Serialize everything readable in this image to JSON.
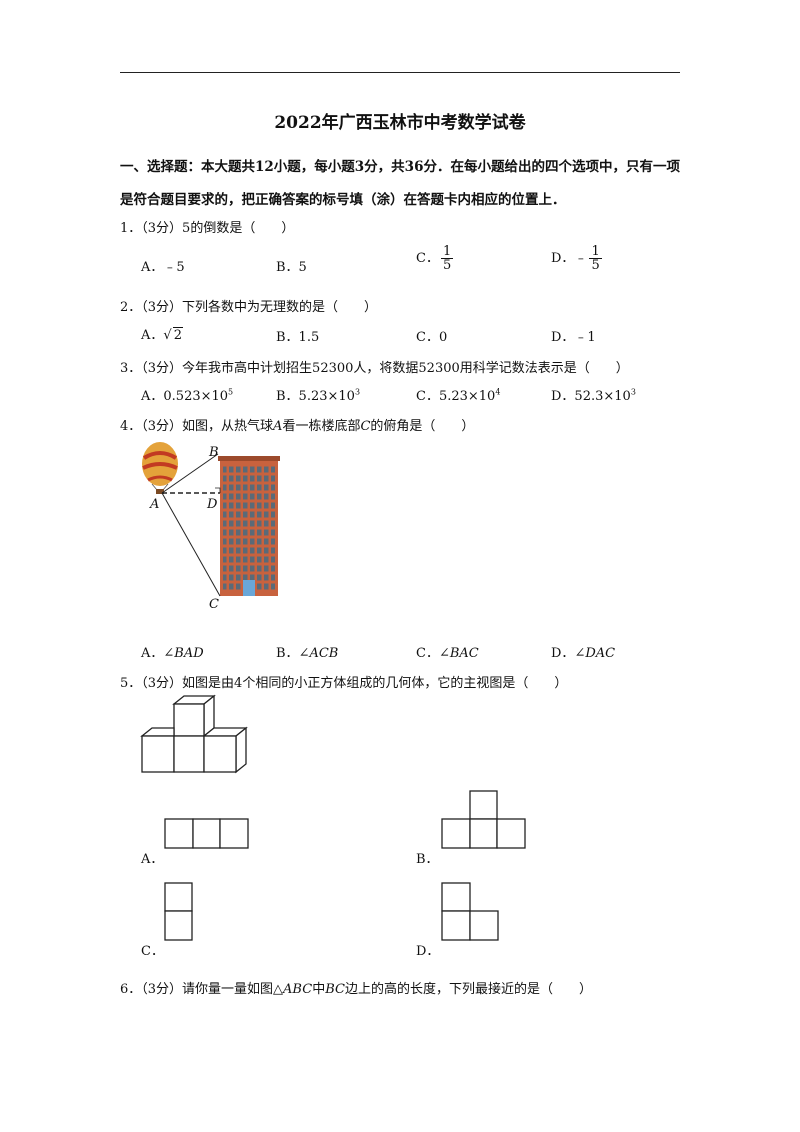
{
  "title": "2022年广西玉林市中考数学试卷",
  "section": {
    "line1": "一、选择题：本大题共12小题，每小题3分，共36分．在每小题给出的四个选项中，只有一项",
    "line2": "是符合题目要求的，把正确答案的标号填（涂）在答题卡内相应的位置上．"
  },
  "q1": {
    "stem": "1．（3分）5的倒数是（　　）",
    "A": "A．﹣5",
    "B": "B．5",
    "C_label": "C．",
    "C_num": "1",
    "C_den": "5",
    "D_label": "D．﹣",
    "D_num": "1",
    "D_den": "5"
  },
  "q2": {
    "stem": "2．（3分）下列各数中为无理数的是（　　）",
    "A_label": "A．",
    "A_rad": "2",
    "B": "B．1.5",
    "C": "C．0",
    "D": "D．﹣1"
  },
  "q3": {
    "stem": "3．（3分）今年我市高中计划招生52300人，将数据52300用科学记数法表示是（　　）",
    "A_base": "A．0.523×10",
    "A_exp": "5",
    "B_base": "B．5.23×10",
    "B_exp": "3",
    "C_base": "C．5.23×10",
    "C_exp": "4",
    "D_base": "D．52.3×10",
    "D_exp": "3"
  },
  "q4": {
    "stem_pre": "4．（3分）如图，从热气球",
    "A": "A",
    "stem_mid": "看一栋楼底部",
    "C": "C",
    "stem_post": "的俯角是（　　）",
    "label_B": "B",
    "label_A": "A",
    "label_D": "D",
    "label_C": "C",
    "opt_A_label": "A．",
    "opt_A": "∠BAD",
    "opt_B_label": "B．",
    "opt_B": "∠ACB",
    "opt_C_label": "C．",
    "opt_C": "∠BAC",
    "opt_D_label": "D．",
    "opt_D": "∠DAC"
  },
  "q5": {
    "stem": "5．（3分）如图是由4个相同的小正方体组成的几何体，它的主视图是（　　）",
    "A": "A．",
    "B": "B．",
    "C": "C．",
    "D": "D．"
  },
  "q6": {
    "stem_pre": "6．（3分）请你量一量如图△",
    "ABC": "ABC",
    "stem_mid": "中",
    "BC": "BC",
    "stem_post": "边上的高的长度，下列最接近的是（　　）"
  }
}
